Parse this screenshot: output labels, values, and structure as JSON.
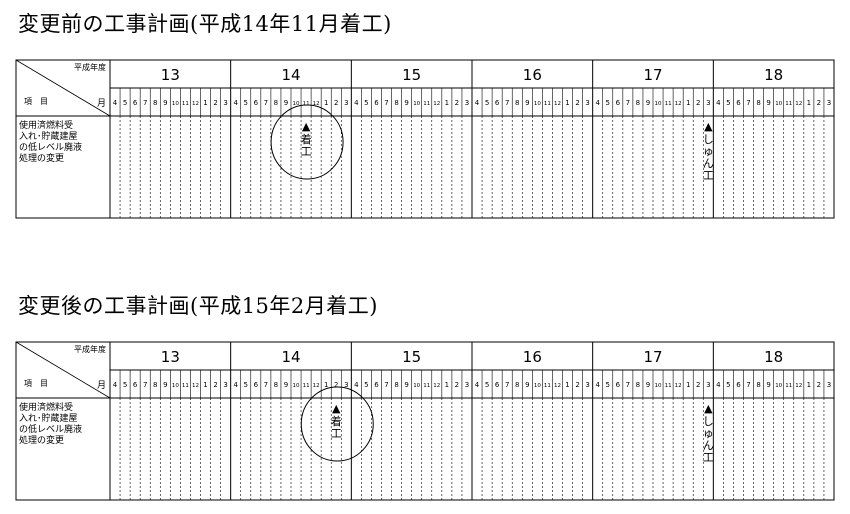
{
  "sections": [
    {
      "title": "変更前の工事計画(平成14年11月着工)",
      "start_fy": "14",
      "start_month": "11",
      "start_label": "着工",
      "end_fy": "17",
      "end_month": "3",
      "end_label": "しゅん工"
    },
    {
      "title": "変更後の工事計画(平成15年2月着工)",
      "start_fy": "14",
      "start_month": "2",
      "start_label": "着工",
      "end_fy": "17",
      "end_month": "3",
      "end_label": "しゅん工"
    }
  ],
  "table": {
    "header_fiscal_year": "平成年度",
    "header_item": "項　目",
    "header_month": "月",
    "years": [
      "13",
      "14",
      "15",
      "16",
      "17",
      "18"
    ],
    "months": [
      "4",
      "5",
      "6",
      "7",
      "8",
      "9",
      "10",
      "11",
      "12",
      "1",
      "2",
      "3"
    ],
    "row_label": [
      "使用済燃料受",
      "入れ･貯蔵建屋",
      "の低レベル廃液",
      "処理の変更"
    ]
  },
  "marker_glyph": "▲"
}
